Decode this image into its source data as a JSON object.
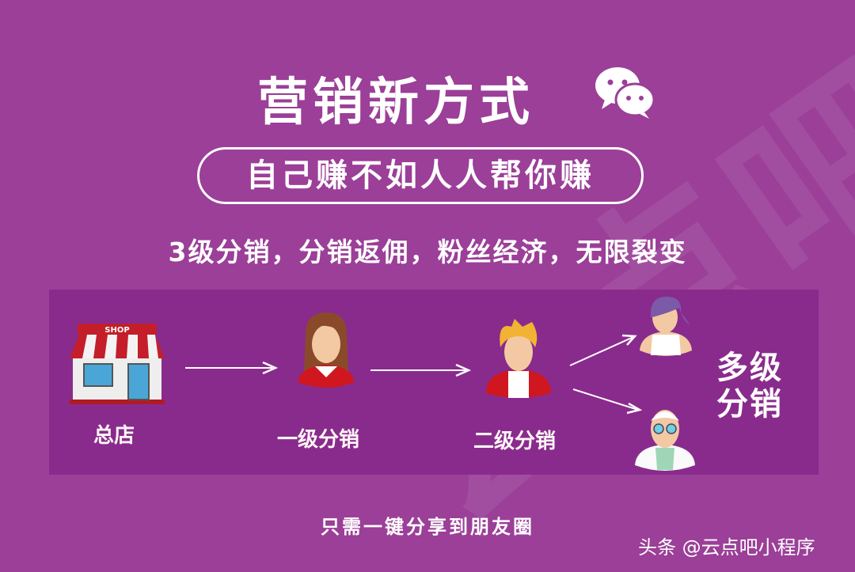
{
  "title": "营销新方式",
  "slogan": "自己赚不如人人帮你赚",
  "features": "3级分销，分销返佣，粉丝经济，无限裂变",
  "watermark": "云点吧",
  "flow": {
    "shop_sign": "SHOP",
    "nodes": [
      {
        "label": "总店",
        "icon": "shop-icon"
      },
      {
        "label": "一级分销",
        "icon": "woman-avatar-icon"
      },
      {
        "label": "二级分销",
        "icon": "man-avatar-icon"
      }
    ],
    "multi_level": "多级分销"
  },
  "share_text": "只需一键分享到朋友圈",
  "credit": "头条 @云点吧小程序",
  "colors": {
    "background": "#9b3f98",
    "panel": "#892b8c",
    "text": "#ffffff"
  }
}
